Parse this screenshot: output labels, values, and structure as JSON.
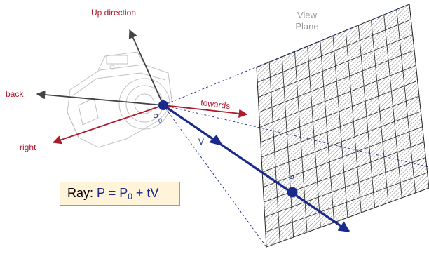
{
  "labels": {
    "up": "Up direction",
    "back": "back",
    "towards": "towards",
    "right": "right",
    "view_plane_line1": "View",
    "view_plane_line2": "Plane",
    "p0_main": "P",
    "p0_sub": "0",
    "v": "V",
    "p": "P"
  },
  "ray_box": {
    "prefix": "Ray: ",
    "eq_p": "P = P",
    "eq_sub": "0",
    "eq_rest": " + tV"
  },
  "colors": {
    "red": "#b0182b",
    "blue": "#1a2a8c",
    "gray_arrow": "#444444",
    "grid": "#222222",
    "box_fill": "#fff4d9",
    "box_border": "#e0901e"
  },
  "icons": [
    "camera-icon"
  ]
}
